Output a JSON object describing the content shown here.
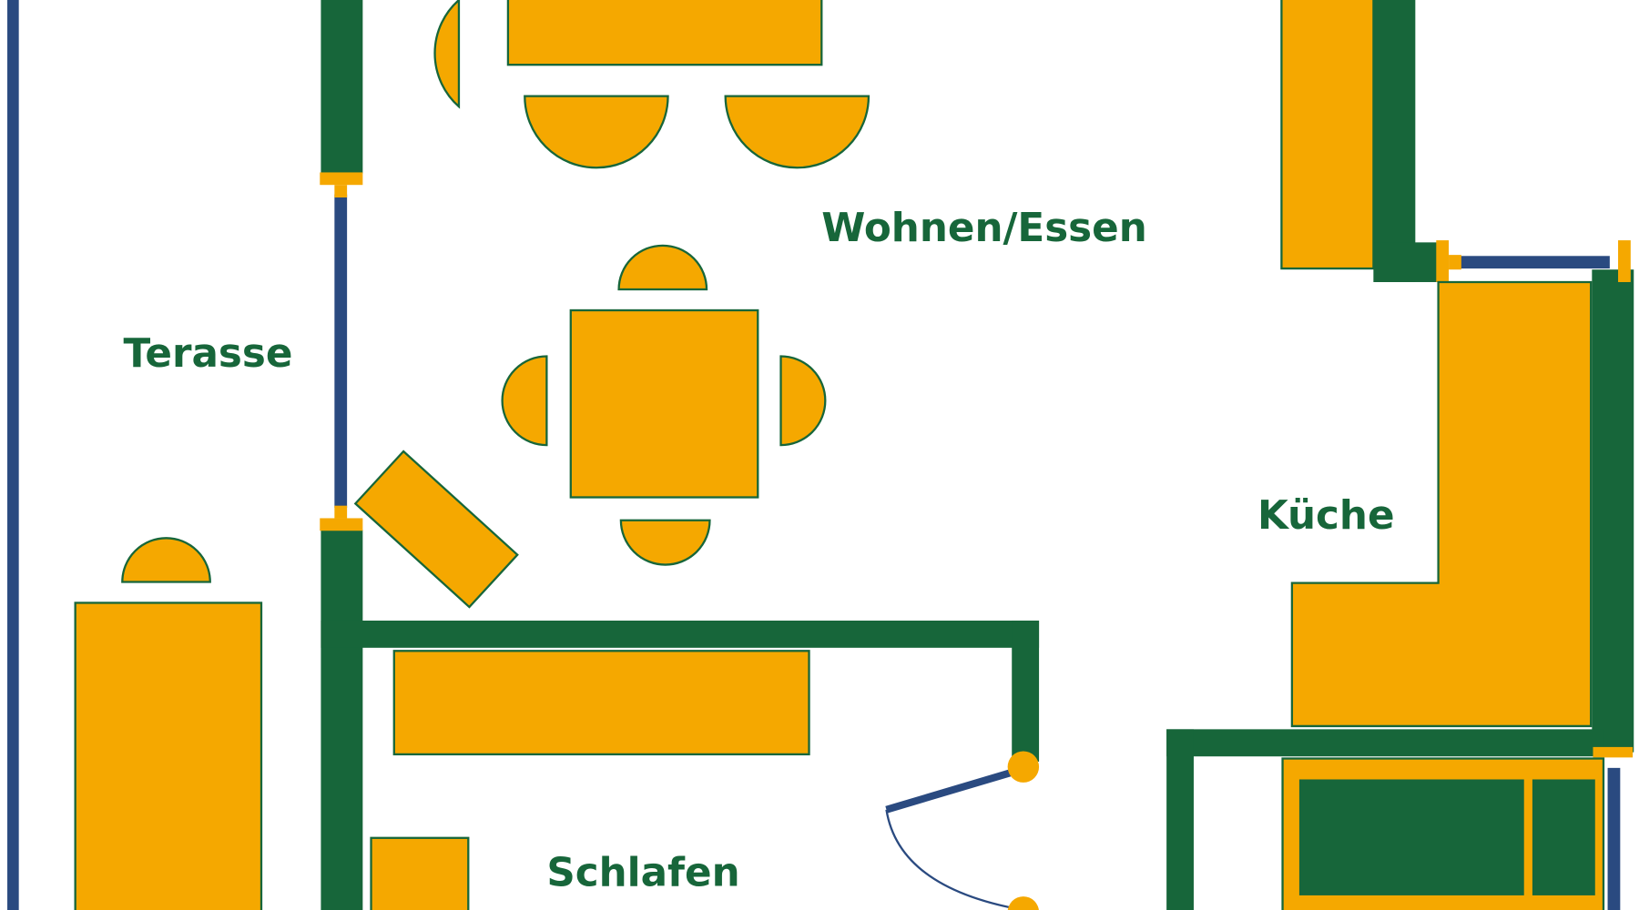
{
  "colors": {
    "wall": "#17663a",
    "furniture": "#f5a800",
    "furniture_outline": "#17663a",
    "window": "#2a4a80",
    "label": "#17663a",
    "background": "#ffffff"
  },
  "rooms": {
    "terrace": "Terasse",
    "living_dining": "Wohnen/Essen",
    "kitchen": "Küche",
    "bedroom": "Schlafen"
  }
}
